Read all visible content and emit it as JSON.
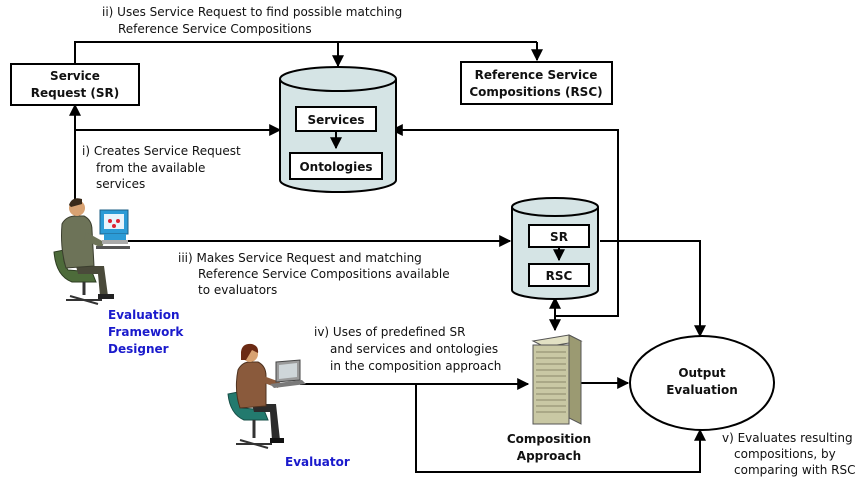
{
  "nodes": {
    "sr_box": {
      "line1": "Service",
      "line2": "Request (SR)"
    },
    "rsc_box": {
      "line1": "Reference Service",
      "line2": "Compositions (RSC)"
    },
    "db_main": {
      "services": "Services",
      "ontologies": "Ontologies"
    },
    "db_sr": {
      "sr": "SR",
      "rsc": "RSC"
    },
    "output": {
      "line1": "Output",
      "line2": "Evaluation"
    },
    "composition": {
      "line1": "Composition",
      "line2": "Approach"
    }
  },
  "actors": {
    "designer": {
      "line1": "Evaluation",
      "line2": "Framework",
      "line3": "Designer"
    },
    "evaluator": {
      "label": "Evaluator"
    }
  },
  "steps": {
    "s2": {
      "line1": "ii) Uses Service Request to find possible matching",
      "line2": "Reference Service Compositions"
    },
    "s1": {
      "line1": "i) Creates Service Request",
      "line2": "from the available",
      "line3": "services"
    },
    "s3": {
      "line1": "iii) Makes Service Request and matching",
      "line2": "Reference Service Compositions available",
      "line3": "to evaluators"
    },
    "s4": {
      "line1": "iv) Uses of predefined SR",
      "line2": "and services and ontologies",
      "line3": "in the composition approach"
    },
    "s5": {
      "line1": "v) Evaluates resulting",
      "line2": "compositions, by",
      "line3": "comparing with RSC"
    }
  },
  "colors": {
    "cylinder": "#d5e4e5",
    "actor_label": "#1a1acc",
    "server": "#c9c8a4"
  }
}
